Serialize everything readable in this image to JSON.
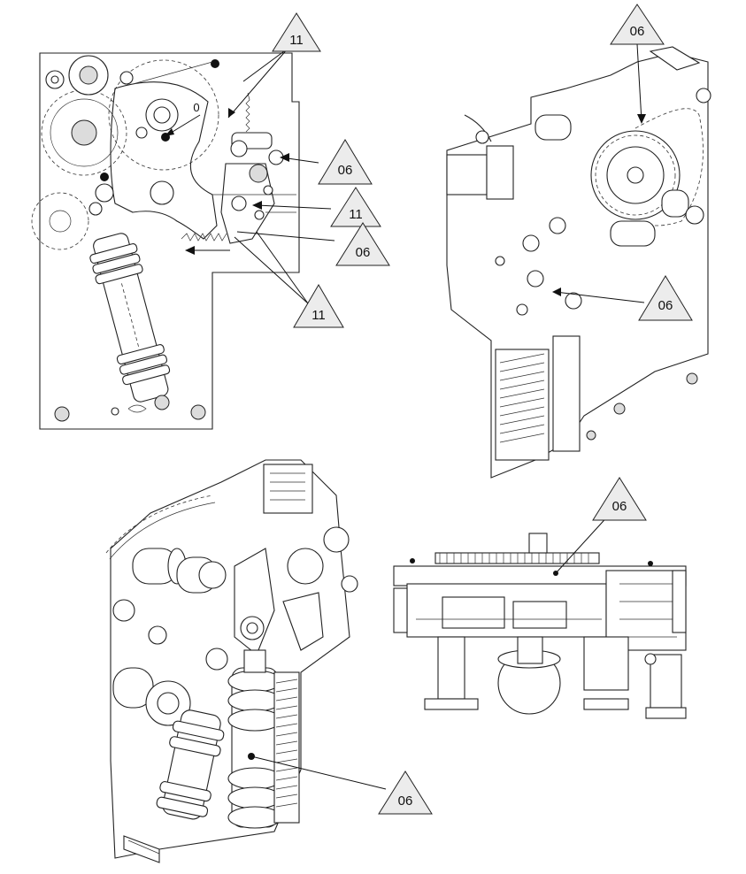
{
  "figure": {
    "views": [
      {
        "id": "view-top-left",
        "name": "front-side view of operating mechanism"
      },
      {
        "id": "view-top-right",
        "name": "isometric view with chain sprocket"
      },
      {
        "id": "view-bottom-left",
        "name": "isometric view with spring assembly"
      },
      {
        "id": "view-bottom-right",
        "name": "top view of mechanism"
      }
    ],
    "callouts": [
      {
        "id": "c1",
        "label": "11"
      },
      {
        "id": "c2",
        "label": "06"
      },
      {
        "id": "c3",
        "label": "11"
      },
      {
        "id": "c4",
        "label": "06"
      },
      {
        "id": "c5",
        "label": "11"
      },
      {
        "id": "c6",
        "label": "06"
      },
      {
        "id": "c7",
        "label": "06"
      },
      {
        "id": "c8",
        "label": "06"
      },
      {
        "id": "c9",
        "label": "06"
      }
    ],
    "pointer_text": "0",
    "colors": {
      "line": "#222222",
      "callout_fill": "#ececec"
    }
  }
}
